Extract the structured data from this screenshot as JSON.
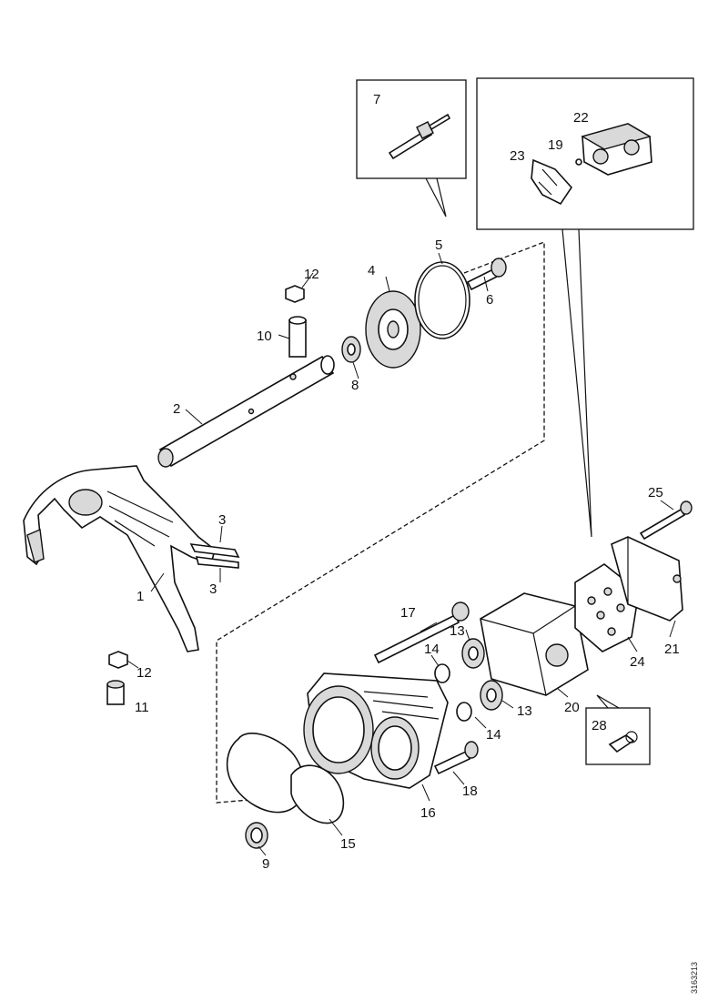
{
  "callouts": {
    "c1": "1",
    "c2": "2",
    "c3a": "3",
    "c3b": "3",
    "c4": "4",
    "c5": "5",
    "c6": "6",
    "c7": "7",
    "c8": "8",
    "c9": "9",
    "c10": "10",
    "c11": "11",
    "c12a": "12",
    "c12b": "12",
    "c13a": "13",
    "c13b": "13",
    "c14a": "14",
    "c14b": "14",
    "c15": "15",
    "c16": "16",
    "c17": "17",
    "c18": "18",
    "c19": "19",
    "c20": "20",
    "c21": "21",
    "c22": "22",
    "c23": "23",
    "c24": "24",
    "c25": "25",
    "c28": "28"
  },
  "reference_code": "3163213"
}
